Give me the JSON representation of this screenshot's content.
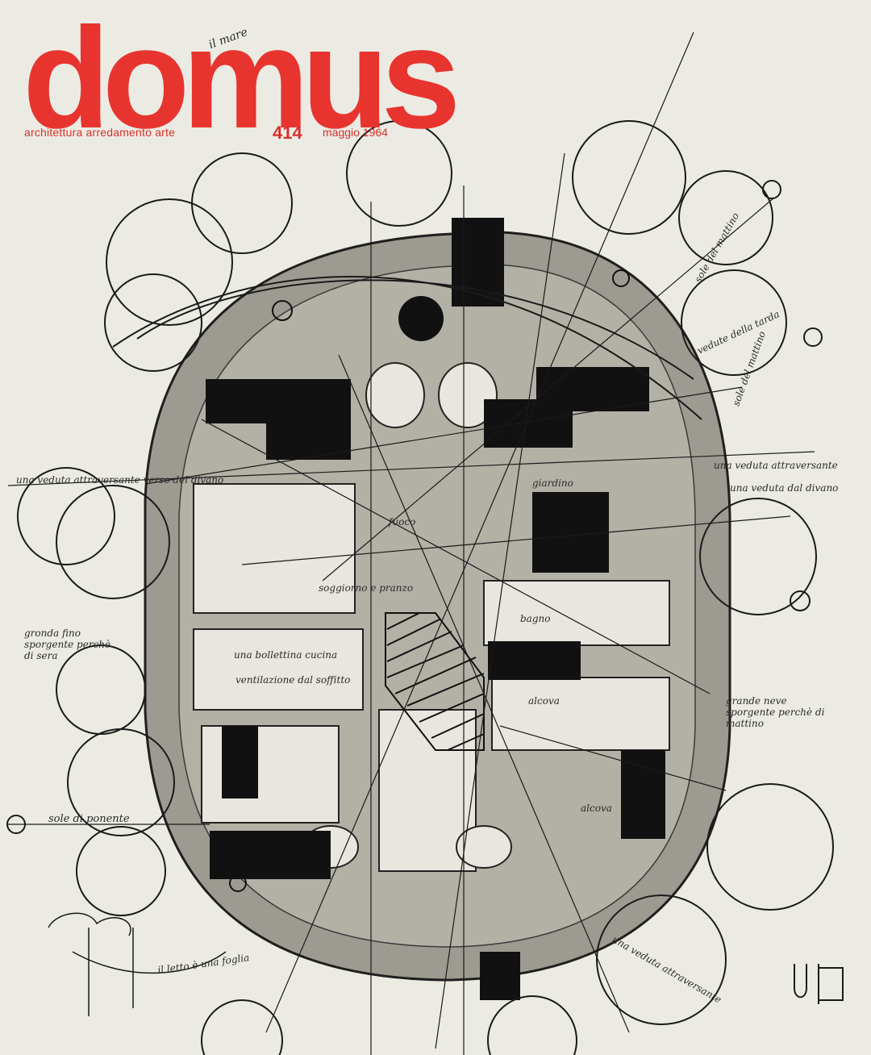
{
  "masthead": {
    "title": "domus",
    "tagline": "architettura arredamento arte",
    "issue_number": "414",
    "issue_date": "maggio 1964",
    "brand_color": "#e8342f"
  },
  "sketch_notes": {
    "north_note": "il mare",
    "sunset_note": "sole di ponente",
    "morning_sun_1": "sole del mattino",
    "morning_sun_2": "sole del mattino",
    "afternoon_note": "vedute della tarda",
    "window_view_1": "una veduta attraversante",
    "window_view_2": "una veduta dal divano",
    "garden_note": "giardino",
    "living_note": "soggiorno e pranzo",
    "kitchen_note": "una bollettina cucina",
    "kitchen_sub": "ventilazione dal soffitto",
    "bath_note": "bagno",
    "alcove_1": "alcova",
    "alcove_2": "alcova",
    "bed_note": "il letto è una foglia",
    "left_note": "gronda fino sporgente perchè di sera",
    "right_note": "grande neve sporgente perchè di mattino",
    "fire_note": "fuoco",
    "view_left": "una veduta attraversante verso del divano",
    "afternoon_right": "una veduta attraversante"
  }
}
